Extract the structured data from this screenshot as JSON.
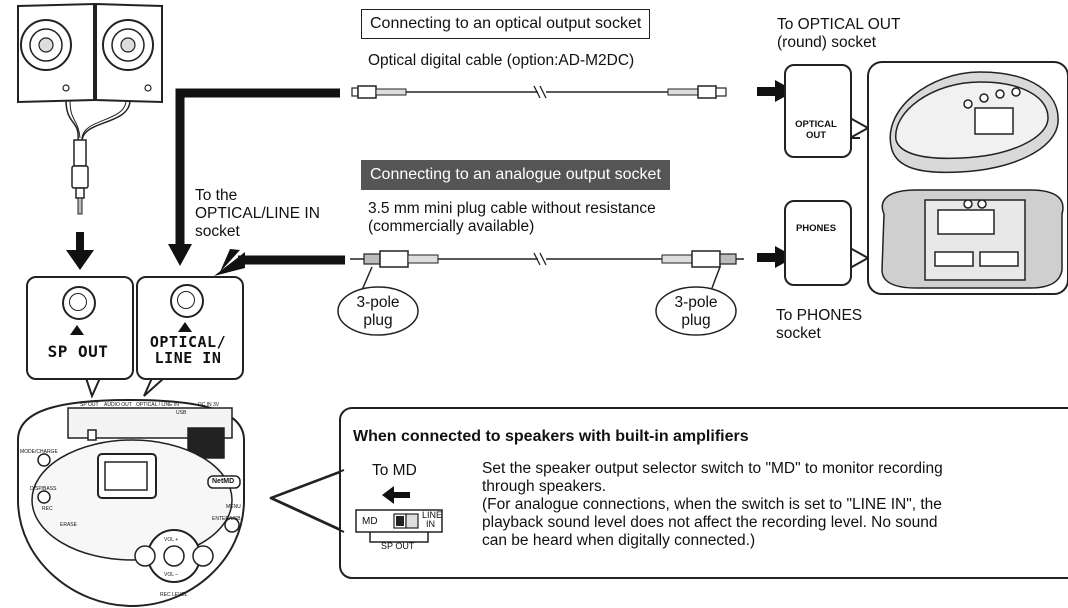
{
  "optical_section": {
    "header": "Connecting to an optical output socket",
    "cable_label": "Optical digital cable (option:AD-M2DC)",
    "target_label_line1": "To OPTICAL OUT",
    "target_label_line2": "(round) socket",
    "socket_label_line1": "OPTICAL",
    "socket_label_line2": "OUT"
  },
  "analogue_section": {
    "header": "Connecting to an analogue output socket",
    "cable_label_line1": "3.5 mm mini plug cable without resistance",
    "cable_label_line2": "(commercially available)",
    "plug_left_line1": "3-pole",
    "plug_left_line2": "plug",
    "plug_right_line1": "3-pole",
    "plug_right_line2": "plug",
    "socket_label": "PHONES",
    "target_label_line1": "To PHONES",
    "target_label_line2": "socket"
  },
  "md_sockets": {
    "to_line_in_line1": "To the",
    "to_line_in_line2": "OPTICAL/LINE IN",
    "to_line_in_line3": "socket",
    "sp_out_label": "SP OUT",
    "optical_line_in_line1": "OPTICAL/",
    "optical_line_in_line2": "LINE IN"
  },
  "device_labels": {
    "sp_out": "SP OUT",
    "audio_out": "AUDIO OUT",
    "optical_line_in": "OPTICAL / LINE IN",
    "usb": "USB",
    "dc_in": "DC IN 3V",
    "mode_charge": "MODE/CHARGE",
    "disp_bass": "DISP/BASS",
    "rec": "REC",
    "erase": "ERASE",
    "menu": "MENU",
    "enter_usb": "ENTER/USB",
    "vol_plus": "VOL +",
    "vol_minus": "VOL –",
    "rec_level": "REC LEVEL",
    "netmd": "NetMD"
  },
  "note": {
    "title": "When connected to speakers with built-in amplifiers",
    "to_md": "To MD",
    "switch_md": "MD",
    "switch_line_in_1": "LINE",
    "switch_line_in_2": "IN",
    "switch_sp_out": "SP OUT",
    "text_line1": "Set the speaker output selector switch to \"MD\" to monitor recording",
    "text_line2": "through speakers.",
    "text_line3": "(For analogue connections, when the switch is set to \"LINE IN\", the",
    "text_line4": "playback sound level does not affect the recording level. No sound",
    "text_line5": "can be heard when digitally connected.)"
  }
}
